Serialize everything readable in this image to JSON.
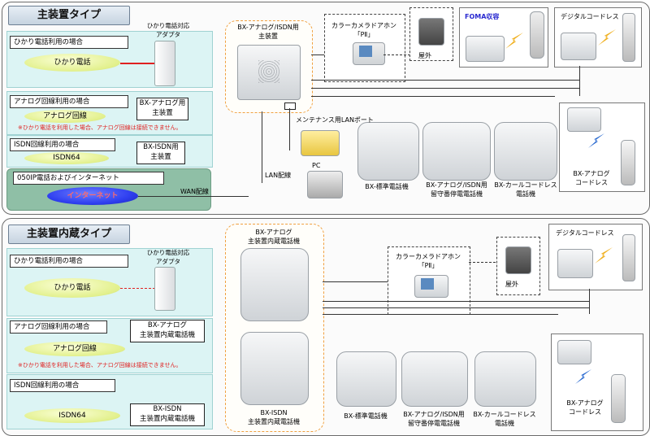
{
  "top": {
    "title": "主装置タイプ",
    "hikari": {
      "header": "ひかり電話利用の場合",
      "oval": "ひかり電話",
      "adapter_label": "ひかり電話対応\nアダプタ"
    },
    "analog": {
      "header": "アナログ回線利用の場合",
      "oval": "アナログ回線",
      "box": "BX-アナログ用\n主装置",
      "warning": "※ひかり電話を利用した場合、アナログ回線は接続できません。"
    },
    "isdn": {
      "header": "ISDN回線利用の場合",
      "oval": "ISDN64",
      "box": "BX-ISDN用\n主装置"
    },
    "ip": {
      "header": "050IP電話およびインターネット",
      "oval": "インターネット",
      "wan": "WAN配線"
    },
    "main_unit": "BX-アナログ/ISDN用\n主装置",
    "camera": "カラーカメラドアホン\n「PⅡ」",
    "outside": "屋外",
    "foma": "FOMA収容",
    "digital_cordless": "デジタルコードレス",
    "maintenance": "メンテナンス用LANポート",
    "pc": "PC",
    "lan": "LAN配線",
    "phones": [
      "BX-標準電話機",
      "BX-アナログ/ISDN用\n留守番停電電話機",
      "BX-カールコードレス\n電話機"
    ],
    "analog_cordless": "BX-アナログ\nコードレス"
  },
  "bottom": {
    "title": "主装置内蔵タイプ",
    "hikari": {
      "header": "ひかり電話利用の場合",
      "oval": "ひかり電話",
      "adapter_label": "ひかり電話対応\nアダプタ"
    },
    "analog": {
      "header": "アナログ回線利用の場合",
      "oval": "アナログ回線",
      "box": "BX-アナログ\n主装置内蔵電話機",
      "warning": "※ひかり電話を利用した場合、アナログ回線は接続できません。"
    },
    "isdn": {
      "header": "ISDN回線利用の場合",
      "oval": "ISDN64",
      "box": "BX-ISDN\n主装置内蔵電話機"
    },
    "analog_builtin": "BX-アナログ\n主装置内蔵電話機",
    "isdn_builtin": "BX-ISDN\n主装置内蔵電話機",
    "camera": "カラーカメラドアホン\n「PⅡ」",
    "outside": "屋外",
    "digital_cordless": "デジタルコードレス",
    "phones": [
      "BX-標準電話機",
      "BX-アナログ/ISDN用\n留守番停電電話機",
      "BX-カールコードレス\n電話機"
    ],
    "analog_cordless": "BX-アナログ\nコードレス"
  },
  "colors": {
    "hikari_line": "#e02020",
    "warning": "#e02020",
    "internet": "#2f3ff0",
    "section_bg": "#dcf4f4"
  }
}
